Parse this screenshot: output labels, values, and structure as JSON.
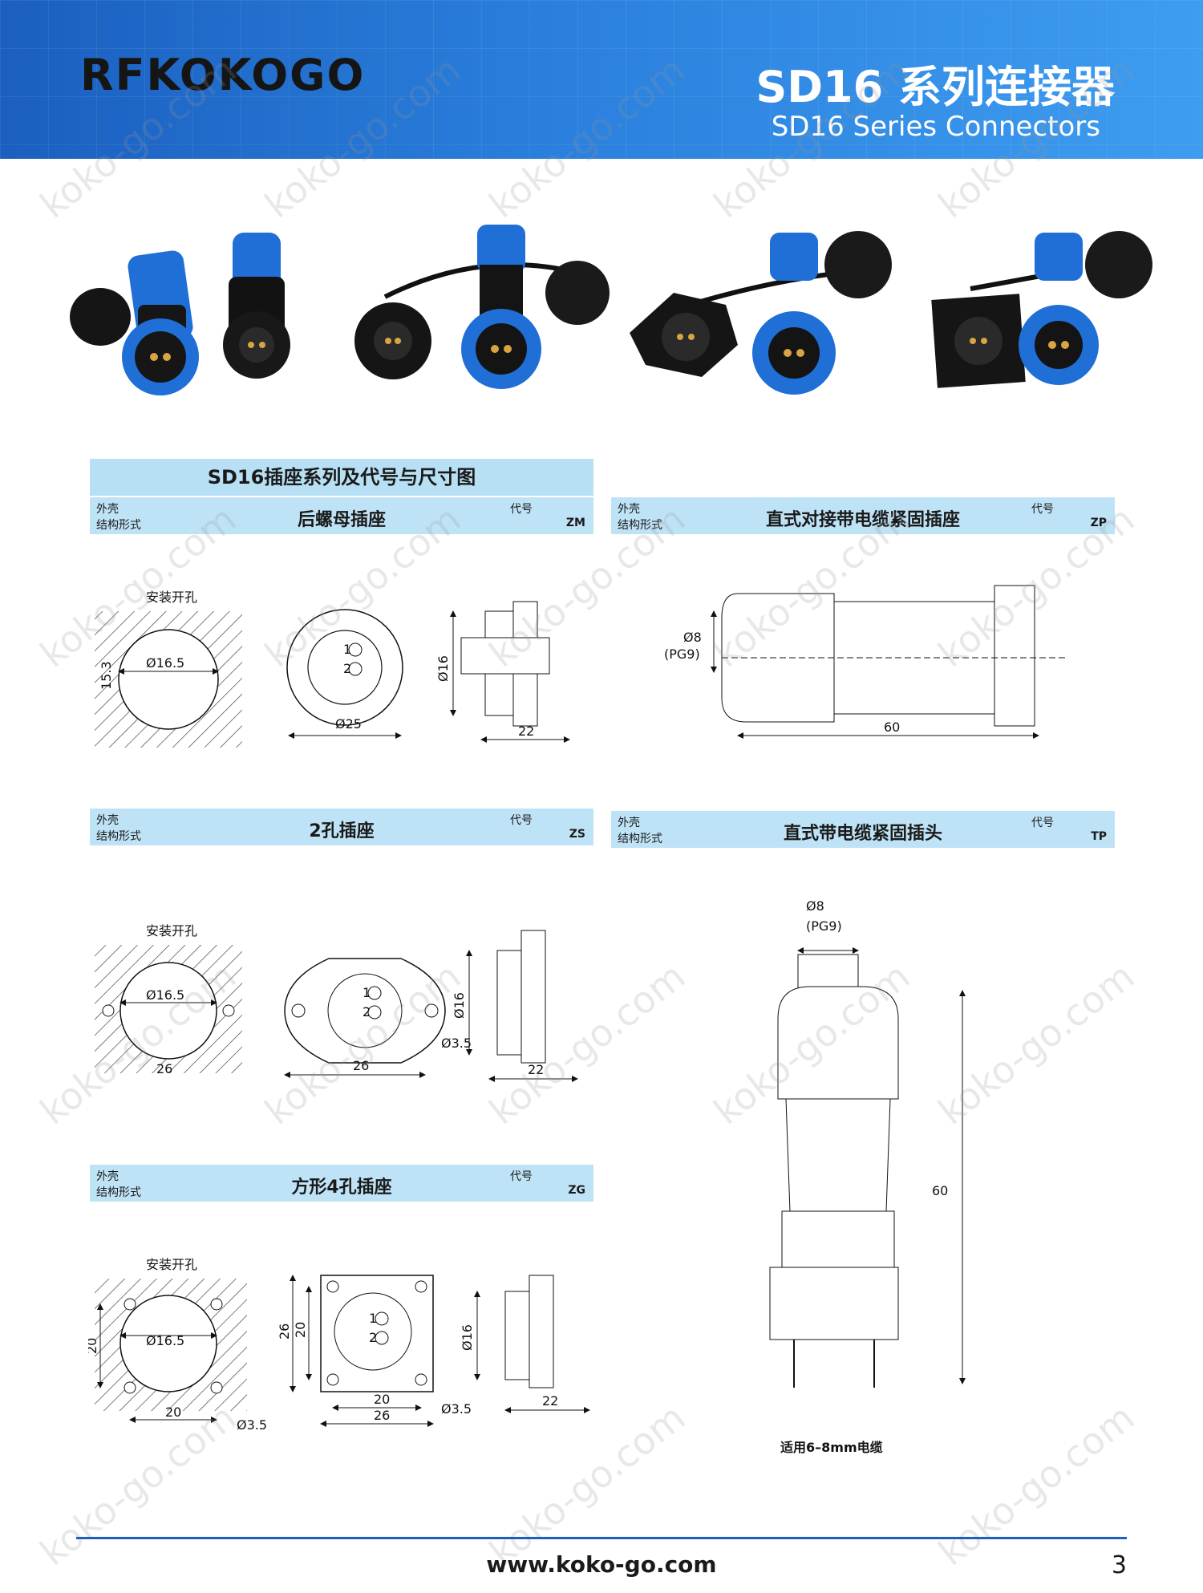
{
  "header": {
    "brand": "RFKOKOGO",
    "title_cn": "SD16 系列连接器",
    "title_en": "SD16 Series Connectors"
  },
  "watermark": "koko-go.com",
  "table_title": "SD16插座系列及代号与尺寸图",
  "label_shell": "外壳",
  "label_structure": "结构形式",
  "label_code": "代号",
  "sections": [
    {
      "name": "后螺母插座",
      "code": "ZM"
    },
    {
      "name": "直式对接带电缆紧固插座",
      "code": "ZP"
    },
    {
      "name": "2孔插座",
      "code": "ZS"
    },
    {
      "name": "直式带电缆紧固插头",
      "code": "TP"
    },
    {
      "name": "方形4孔插座",
      "code": "ZG"
    }
  ],
  "drawings": {
    "install_hole": "安装开孔",
    "zm": {
      "hole": "Ø16.5",
      "h": "15.3",
      "d": "Ø25",
      "d16": "Ø16",
      "len": "22",
      "p1": "1",
      "p2": "2"
    },
    "zp": {
      "d8": "Ø8",
      "pg": "(PG9)",
      "len": "60"
    },
    "zs": {
      "hole": "Ø16.5",
      "w": "26",
      "fw": "26",
      "d16": "Ø16",
      "d35": "Ø3.5",
      "len": "22",
      "p1": "1",
      "p2": "2"
    },
    "zg": {
      "hole": "Ø16.5",
      "s20a": "20",
      "s20b": "20",
      "s26a": "26",
      "s20c": "20",
      "s20d": "20",
      "s26b": "26",
      "d35a": "Ø3.5",
      "d35b": "Ø3.5",
      "d16": "Ø16",
      "len": "22",
      "p1": "1",
      "p2": "2"
    },
    "tp": {
      "d8": "Ø8",
      "pg": "(PG9)",
      "len": "60",
      "cable": "适用6–8mm电缆"
    }
  },
  "footer": {
    "url": "www.koko-go.com",
    "page": "3"
  },
  "colors": {
    "header_blue": "#1b5fbf",
    "section_blue": "#bfe3f6",
    "connector_blue": "#1f6fd6"
  }
}
